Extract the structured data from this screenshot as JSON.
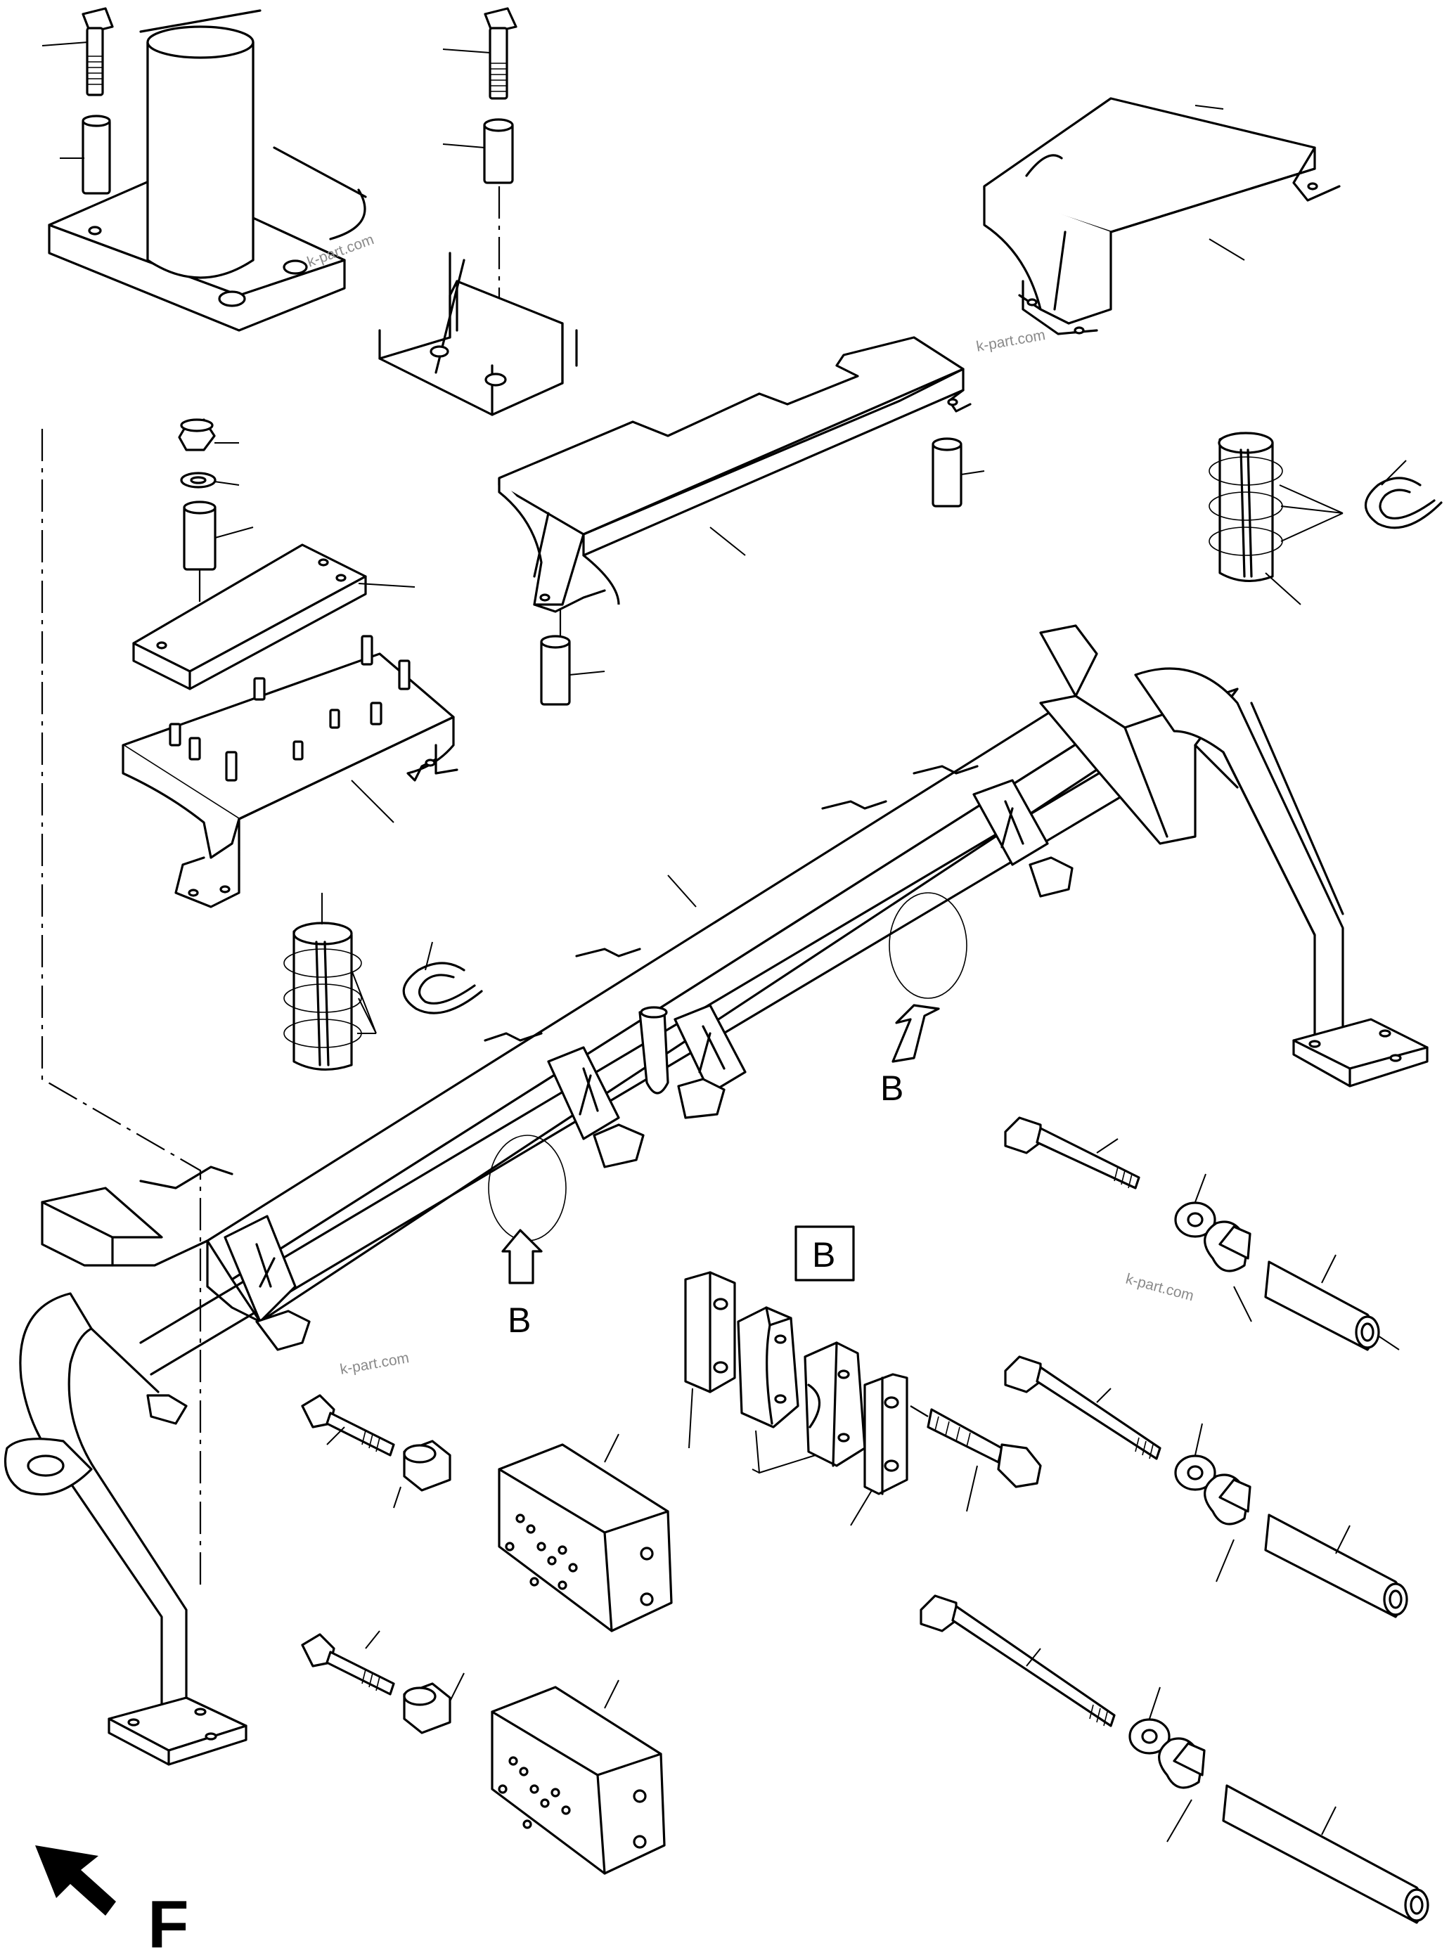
{
  "diagram": {
    "labels": {
      "view_b_box": "B",
      "arrow_b_upper": "B",
      "arrow_b_lower": "B",
      "front_marker": "F"
    },
    "watermarks": [
      "k-part.com",
      "k-part.com",
      "k-part.com",
      "k-part.com"
    ]
  }
}
